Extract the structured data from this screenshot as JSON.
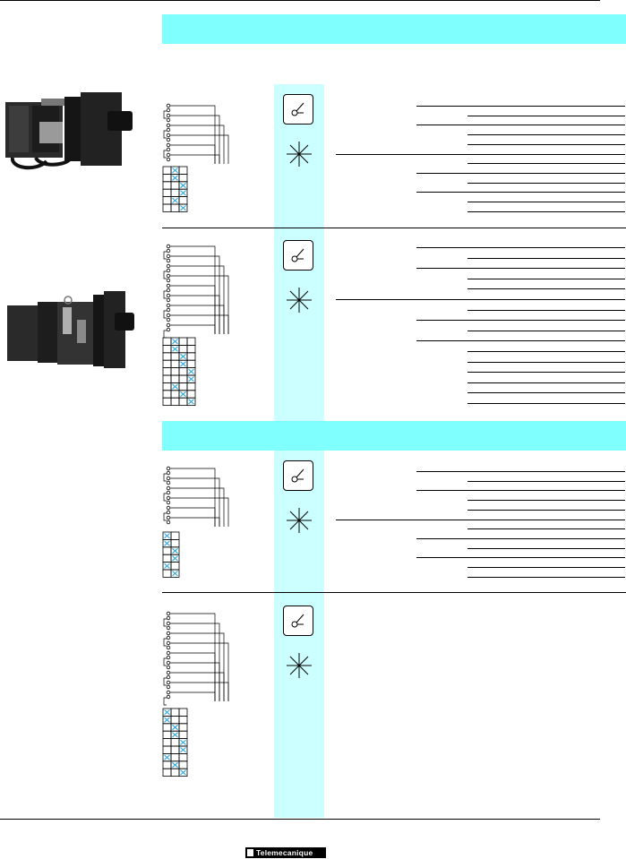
{
  "brand": {
    "logo_text": "Telemecanique"
  },
  "sections": [
    {
      "id": "s1",
      "photo": "switch-with-cables-photo",
      "diagram_rows": 6,
      "grid_cols": 3,
      "grid_marks": [
        [
          1,
          1
        ],
        [
          1,
          2
        ],
        [
          2,
          3
        ],
        [
          2,
          4
        ],
        [
          1,
          5
        ],
        [
          2,
          6
        ]
      ],
      "spec_rows": 12
    },
    {
      "id": "s2",
      "photo": "switch-photo",
      "diagram_rows": 9,
      "grid_cols": 4,
      "grid_marks": [
        [
          1,
          1
        ],
        [
          1,
          2
        ],
        [
          2,
          3
        ],
        [
          2,
          4
        ],
        [
          3,
          5
        ],
        [
          3,
          6
        ],
        [
          1,
          7
        ],
        [
          2,
          8
        ],
        [
          3,
          9
        ]
      ],
      "spec_rows": 16
    },
    {
      "id": "s3",
      "photo": null,
      "diagram_rows": 6,
      "grid_cols": 2,
      "grid_marks": [
        [
          0,
          1
        ],
        [
          0,
          2
        ],
        [
          1,
          3
        ],
        [
          1,
          4
        ],
        [
          0,
          5
        ],
        [
          1,
          6
        ]
      ],
      "spec_rows": 12
    },
    {
      "id": "s4",
      "photo": null,
      "diagram_rows": 9,
      "grid_cols": 3,
      "grid_marks": [
        [
          0,
          1
        ],
        [
          0,
          2
        ],
        [
          1,
          3
        ],
        [
          1,
          4
        ],
        [
          2,
          5
        ],
        [
          2,
          6
        ],
        [
          0,
          7
        ],
        [
          1,
          8
        ],
        [
          2,
          9
        ]
      ],
      "spec_rows": 0
    }
  ],
  "icons": {
    "contact": "contact-symbol-icon",
    "rotary": "rotary-symbol-icon"
  },
  "colors": {
    "band": "#80ffff",
    "column": "#ccffff",
    "mark": "#28a7e0"
  }
}
